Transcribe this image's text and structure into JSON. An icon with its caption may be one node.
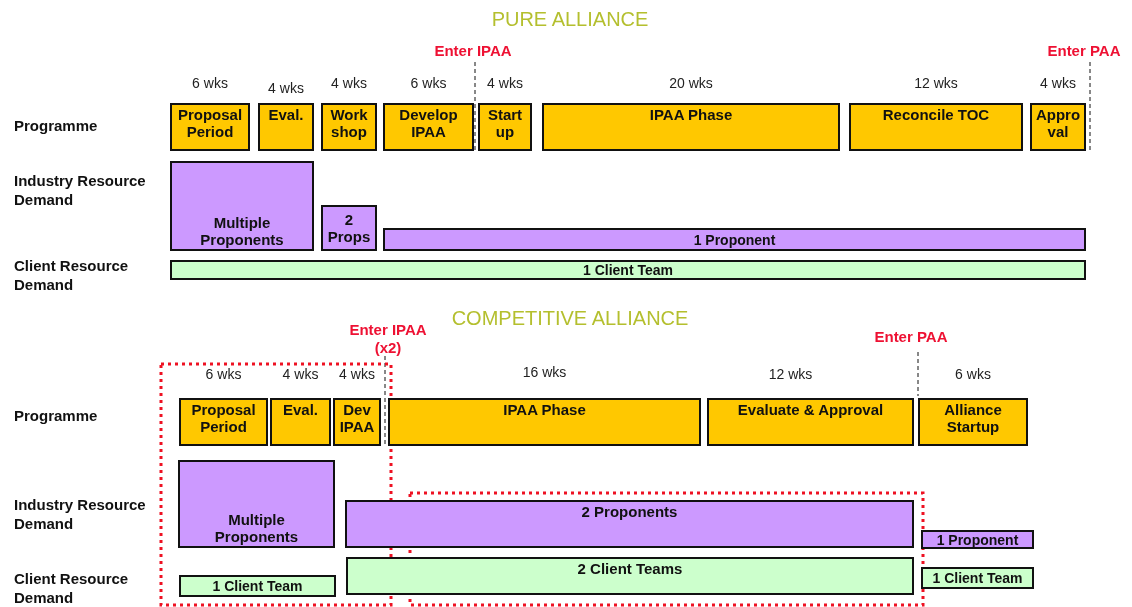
{
  "diagram": {
    "nodes": [
      {
        "text": [
          "Proposal Period"
        ],
        "beside": [
          "6 wks"
        ]
      },
      {
        "text": [
          "Eval."
        ],
        "beside": [
          "4 wks"
        ]
      },
      {
        "text": [
          "Work shop"
        ],
        "beside": [
          "4 wks"
        ]
      },
      {
        "text": [
          "Develop IPAA"
        ],
        "beside": [
          "Enter IPAA",
          "6 wks"
        ]
      },
      {
        "text": [
          "Start up"
        ],
        "beside": [
          "4 wks"
        ]
      },
      {
        "text": [
          "IPAA Phase"
        ],
        "beside": [
          "20 wks"
        ]
      },
      {
        "text": [
          "Reconcile TOC"
        ],
        "beside": [
          "12 wks"
        ]
      },
      {
        "text": [
          "Appro val"
        ],
        "beside": [
          "Enter PAA",
          "4 wks"
        ]
      },
      {
        "text": [
          "Multiple Proponents"
        ]
      },
      {
        "text": [
          "2 Props"
        ]
      },
      {
        "text": [
          "1 Proponent"
        ]
      },
      {
        "text": [
          "1 Client Team"
        ]
      },
      {
        "text": [
          "Proposal Period"
        ],
        "beside": [
          "6 wks"
        ]
      },
      {
        "text": [
          "Eval."
        ],
        "beside": [
          "4 wks"
        ]
      },
      {
        "text": [
          "Dev IPAA"
        ],
        "beside": [
          "Enter IPAA (x2)",
          "4 wks"
        ]
      },
      {
        "text": [
          "IPAA Phase"
        ],
        "beside": [
          "16 wks"
        ]
      },
      {
        "text": [
          "Evaluate & Approval"
        ],
        "beside": [
          "12 wks"
        ]
      },
      {
        "text": [
          "Alliance Startup"
        ],
        "beside": [
          "Enter PAA",
          "6 wks"
        ]
      },
      {
        "text": [
          "Multiple Proponents"
        ]
      },
      {
        "text": [
          "2 Proponents"
        ]
      },
      {
        "text": [
          "1 Proponent"
        ]
      },
      {
        "text": [
          "1 Client Team"
        ]
      },
      {
        "text": [
          "2 Client Teams"
        ]
      },
      {
        "text": [
          "1 Client Team"
        ]
      }
    ],
    "labels": [
      "PURE ALLIANCE",
      "Programme",
      "Industry Resource Demand",
      "Client Resource Demand",
      "COMPETITIVE ALLIANCE",
      "Programme",
      "Industry Resource Demand",
      "Client Resource Demand"
    ]
  }
}
